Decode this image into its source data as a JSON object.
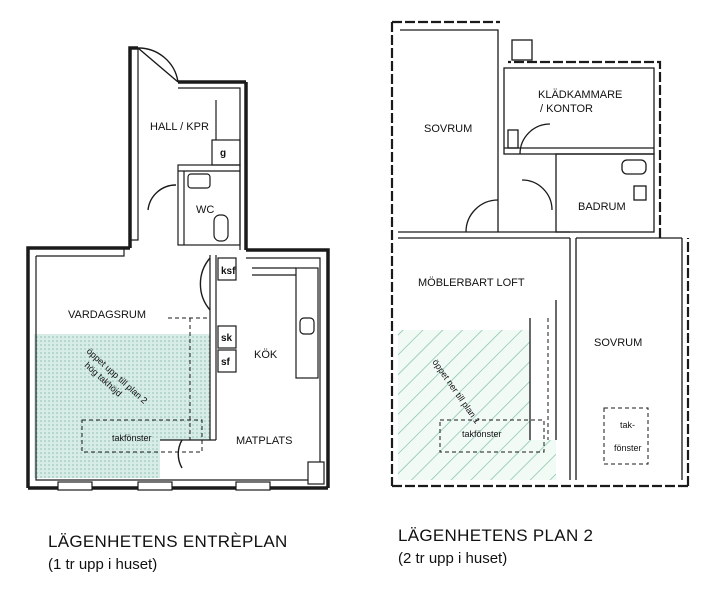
{
  "plan1": {
    "rooms": {
      "hall": "HALL / KPR",
      "wc": "WC",
      "vardagsrum": "VARDAGSRUM",
      "kok": "KÖK",
      "matplats": "MATPLATS",
      "takfonster": "takfönster",
      "open_line1": "öppet upp till plan 2",
      "open_line2": "hög takhöjd"
    },
    "tags": {
      "g": "g",
      "ksf": "ksf",
      "sk": "sk",
      "sf": "sf"
    },
    "caption": {
      "title": "LÄGENHETENS ENTRÈPLAN",
      "subtitle": "(1 tr upp i huset)"
    }
  },
  "plan2": {
    "rooms": {
      "sovrum1": "SOVRUM",
      "kladkammare1": "KLÄDKAMMARE",
      "kladkammare2": "/ KONTOR",
      "badrum": "BADRUM",
      "loft": "MÖBLERBART LOFT",
      "sovrum2": "SOVRUM",
      "takfonster1": "takfönster",
      "takfonster2a": "tak-",
      "takfonster2b": "fönster",
      "open_line": "öppet ner till plan 1"
    },
    "caption": {
      "title": "LÄGENHETENS PLAN 2",
      "subtitle": "(2 tr upp i huset)"
    }
  },
  "colors": {
    "wall": "#1a1a1a",
    "open_fill_plan1": "#c9e4dc",
    "open_hatch_plan2": "#7fc2a8"
  }
}
